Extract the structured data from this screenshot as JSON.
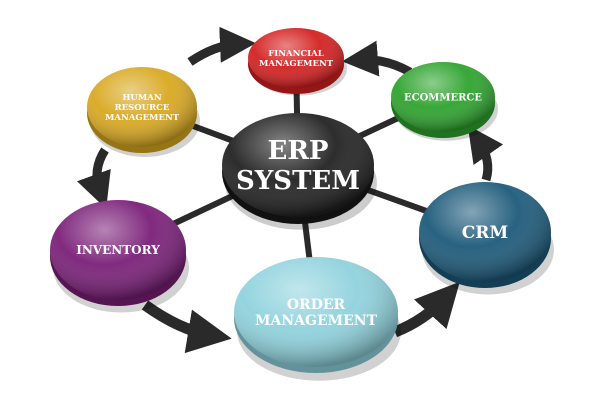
{
  "center": {
    "line1": "ERP",
    "line2": "SYSTEM",
    "color": "#222222"
  },
  "nodes": [
    {
      "id": "financial",
      "lines": [
        "FINANCIAL",
        "MANAGEMENT"
      ],
      "color": "#d42020"
    },
    {
      "id": "ecommerce",
      "lines": [
        "ECOMMERCE"
      ],
      "color": "#2ea32e"
    },
    {
      "id": "crm",
      "lines": [
        "CRM"
      ],
      "color": "#1d5a7a"
    },
    {
      "id": "order",
      "lines": [
        "ORDER",
        "MANAGEMENT"
      ],
      "color": "#8fd2dd"
    },
    {
      "id": "inventory",
      "lines": [
        "INVENTORY"
      ],
      "color": "#7a1f78"
    },
    {
      "id": "hr",
      "lines": [
        "HUMAN",
        "RESOURCE",
        "MANAGEMENT"
      ],
      "color": "#d9a820"
    }
  ],
  "connector_color": "#2a2a2a"
}
